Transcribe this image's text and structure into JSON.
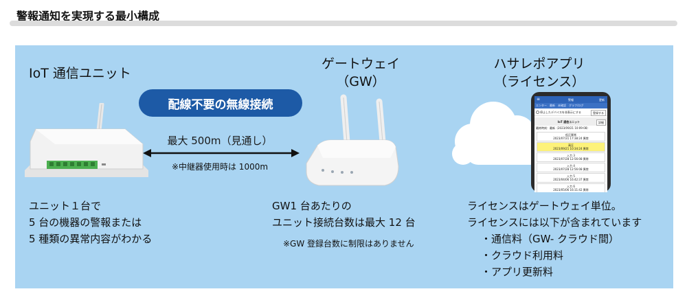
{
  "title": "警報通知を実現する最小構成",
  "unit": {
    "header": "IoT 通信ユニット",
    "desc": [
      "ユニット１台で",
      "5 台の機器の警報または",
      "5 種類の異常内容がわかる"
    ]
  },
  "badge": "配線不要の無線接続",
  "link": {
    "range": "最大 500m（見通し）",
    "note": "※中継器使用時は 1000m"
  },
  "gateway": {
    "header_line1": "ゲートウェイ",
    "header_line2": "（GW）",
    "desc": [
      "GW1 台あたりの",
      "ユニット接続台数は最大 12 台"
    ],
    "note": "※GW 登録台数に制限はありません"
  },
  "app": {
    "header_line1": "ハサレポアプリ",
    "header_line2": "（ライセンス）",
    "desc": [
      "ライセンスはゲートウェイ単位。",
      "ライセンスには以下が含まれています"
    ],
    "items": [
      "・通信料（GW- クラウド間）",
      "・クラウド利用料",
      "・アプリ更新料"
    ]
  },
  "phone": {
    "bar_title": "警報",
    "bar_right": "更新",
    "tabs": "エンター　最新　未確認　グラフ/ログ",
    "check": "停止したデバイスを非表示にする",
    "check_btn": "登録する",
    "card_title": "IoT 通信ユニット",
    "card_btn": "詳細",
    "card_sub": "最終時刻：最新（2023/09/21 10:09:08）",
    "rows": [
      {
        "label": "低圧異常",
        "time": "2023/07/31 17:38:24 異常",
        "alert": false
      },
      {
        "label": "高圧",
        "time": "2023/09/21 10:34:24 異常",
        "alert": true
      },
      {
        "label": "入力 3",
        "time": "2023/07/28 12:56:08 異常",
        "alert": false
      },
      {
        "label": "入力 4",
        "time": "2023/07/28 12:56:08 異常",
        "alert": false
      },
      {
        "label": "入力 5",
        "time": "2023/04/06 16:42:37 異常",
        "alert": false
      },
      {
        "label": "入力 6",
        "time": "2023/05/06 16:11:42 異常",
        "alert": false
      }
    ]
  },
  "colors": {
    "panel": "#a9d4f2",
    "badge": "#1d5aa6",
    "arrow": "#111111",
    "alert_row": "#fdf27a",
    "phone_bar": "#2d63b7"
  }
}
